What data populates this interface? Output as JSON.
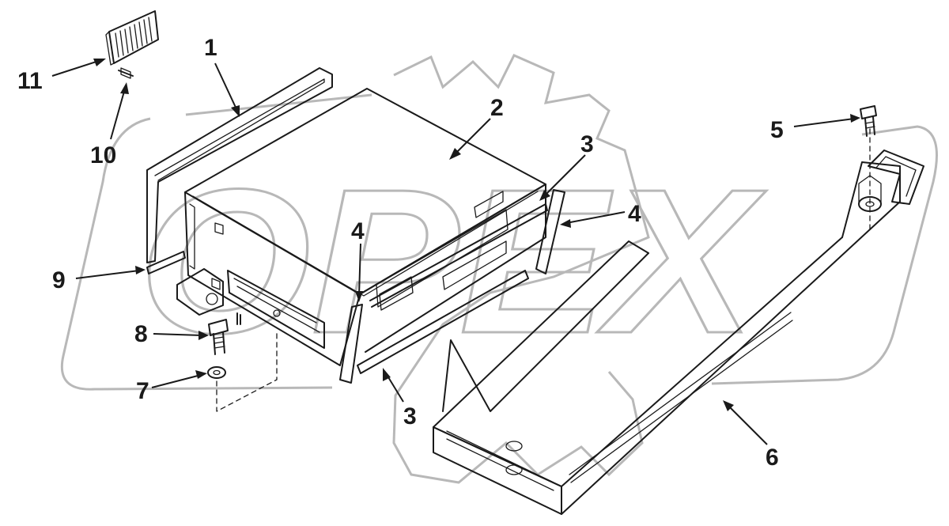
{
  "callouts": [
    {
      "id": "1",
      "label": "1"
    },
    {
      "id": "2",
      "label": "2"
    },
    {
      "id": "3a",
      "label": "3"
    },
    {
      "id": "3b",
      "label": "3"
    },
    {
      "id": "4a",
      "label": "4"
    },
    {
      "id": "4b",
      "label": "4"
    },
    {
      "id": "5",
      "label": "5"
    },
    {
      "id": "6",
      "label": "6"
    },
    {
      "id": "7",
      "label": "7"
    },
    {
      "id": "8",
      "label": "8"
    },
    {
      "id": "9",
      "label": "9"
    },
    {
      "id": "10",
      "label": "10"
    },
    {
      "id": "11",
      "label": "11"
    }
  ],
  "watermark": {
    "text": "OPEX"
  }
}
